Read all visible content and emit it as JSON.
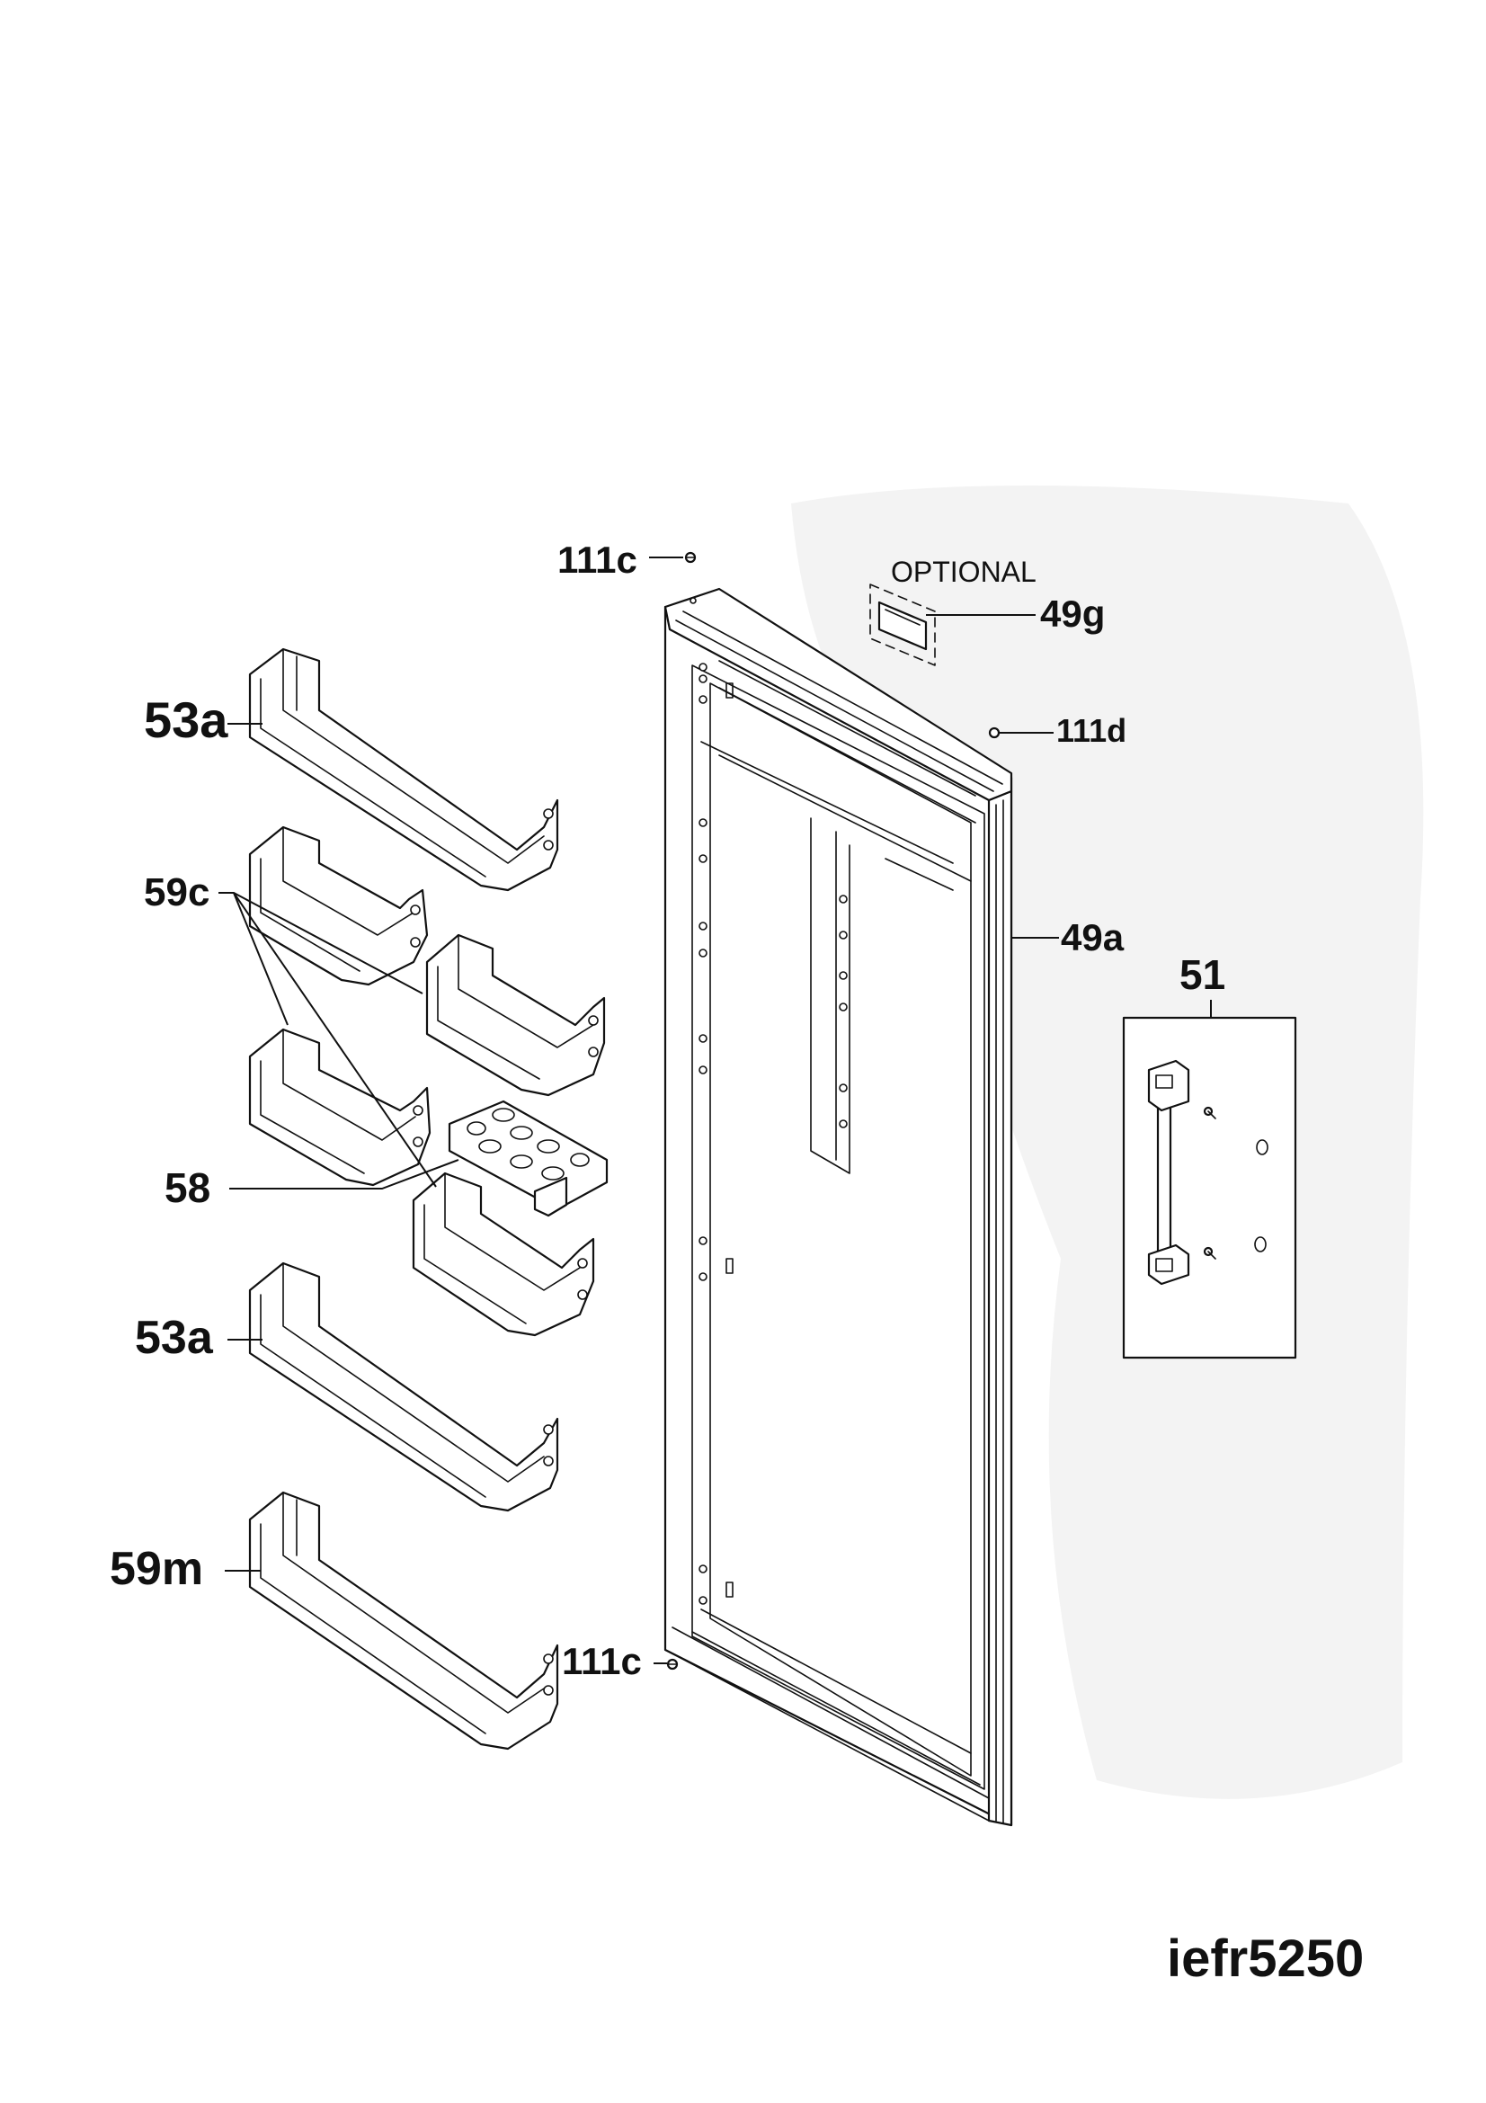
{
  "callouts": {
    "part_111c_top": "111c",
    "part_111c_bottom": "111c",
    "part_111d": "111d",
    "part_49g": "49g",
    "part_49a": "49a",
    "part_51": "51",
    "part_53a_top": "53a",
    "part_53a_bottom": "53a",
    "part_59c": "59c",
    "part_58": "58",
    "part_59m": "59m"
  },
  "optional_label": "OPTIONAL",
  "model_code": "iefr5250"
}
